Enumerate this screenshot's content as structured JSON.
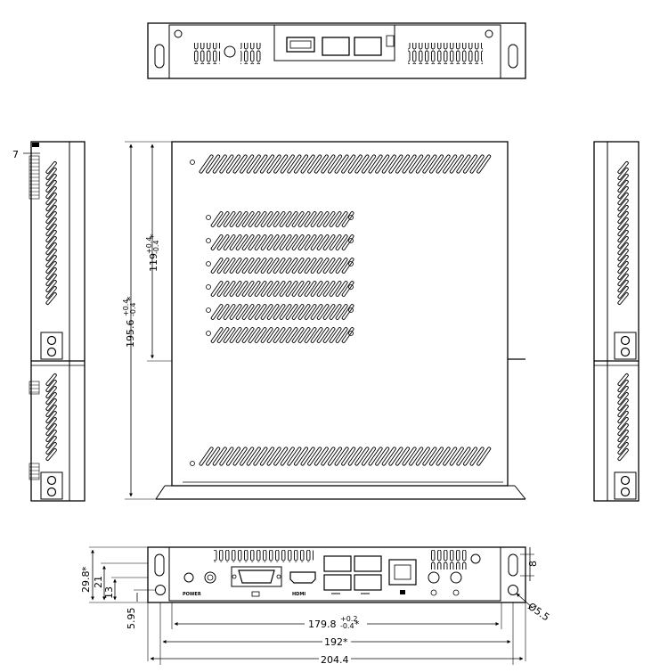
{
  "views": {
    "top": {},
    "left_side": {},
    "front": {},
    "right_side": {},
    "rear": {}
  },
  "dimensions": {
    "side_flange": "7",
    "overall_depth_main": "195.6",
    "overall_depth_tol_plus": "+0.4",
    "overall_depth_tol_minus": "-0.4",
    "overall_depth_mark": "*",
    "inner_depth_main": "119",
    "inner_depth_tol_plus": "+0.4",
    "inner_depth_tol_minus": "-0.4",
    "inner_depth_mark": "*",
    "height_total": "29.8",
    "height_total_mark": "*",
    "height_21": "21",
    "height_13": "13",
    "height_595": "5.95",
    "mount_slot_height": "8",
    "hole_diameter": "Ø5.5",
    "width_1798_main": "179.8",
    "width_1798_tol_plus": "+0.2",
    "width_1798_tol_minus": "-0.4",
    "width_1798_mark": "*",
    "width_192": "192",
    "width_192_mark": "*",
    "width_2044": "204.4"
  },
  "port_labels": {
    "power": "POWER",
    "hdmi": "HDMI"
  }
}
